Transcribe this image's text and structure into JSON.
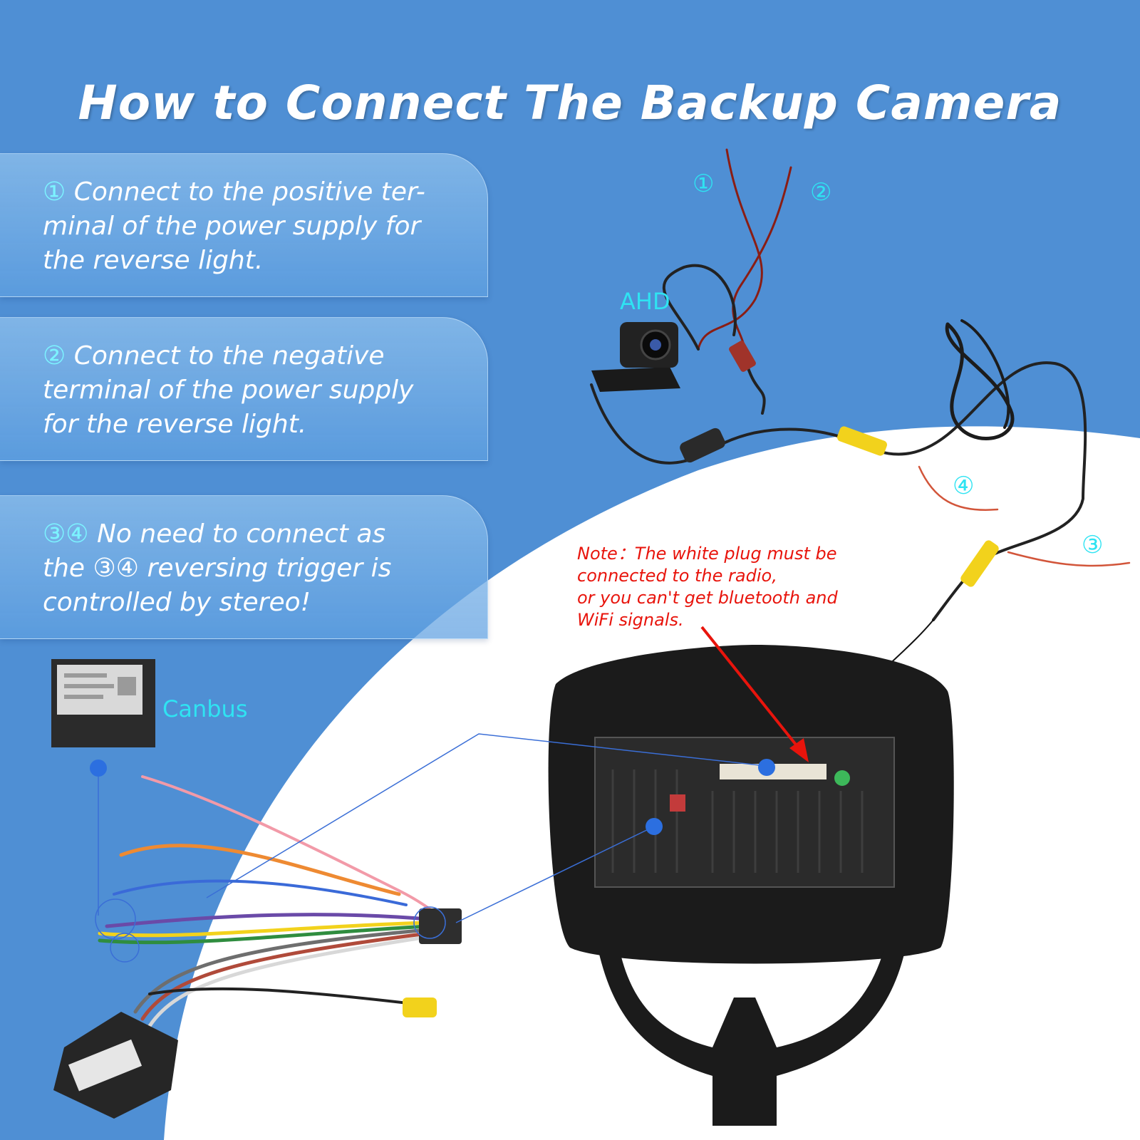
{
  "title": "How to Connect The Backup Camera",
  "panels": [
    {
      "number": "①",
      "text": "Connect to the positive ter-\nminal of the power supply for\nthe reverse light."
    },
    {
      "number": "②",
      "text": "Connect to the negative\nterminal of the power supply\nfor the reverse light."
    },
    {
      "number": "③④",
      "text": "No need to connect as\nthe ③④ reversing trigger is\ncontrolled by stereo!"
    }
  ],
  "labels": {
    "ahd": "AHD",
    "canbus": "Canbus",
    "wire_1": "①",
    "wire_2": "②",
    "wire_3": "③",
    "wire_4": "④"
  },
  "note": "Note：The white plug must be\nconnected to the radio,\nor you can't get bluetooth and\nWiFi signals.",
  "colors": {
    "background_blue": "#4f8fd4",
    "label_cyan": "#2fe3f2",
    "note_red": "#e8140c",
    "rca_yellow": "#f2d21c"
  }
}
